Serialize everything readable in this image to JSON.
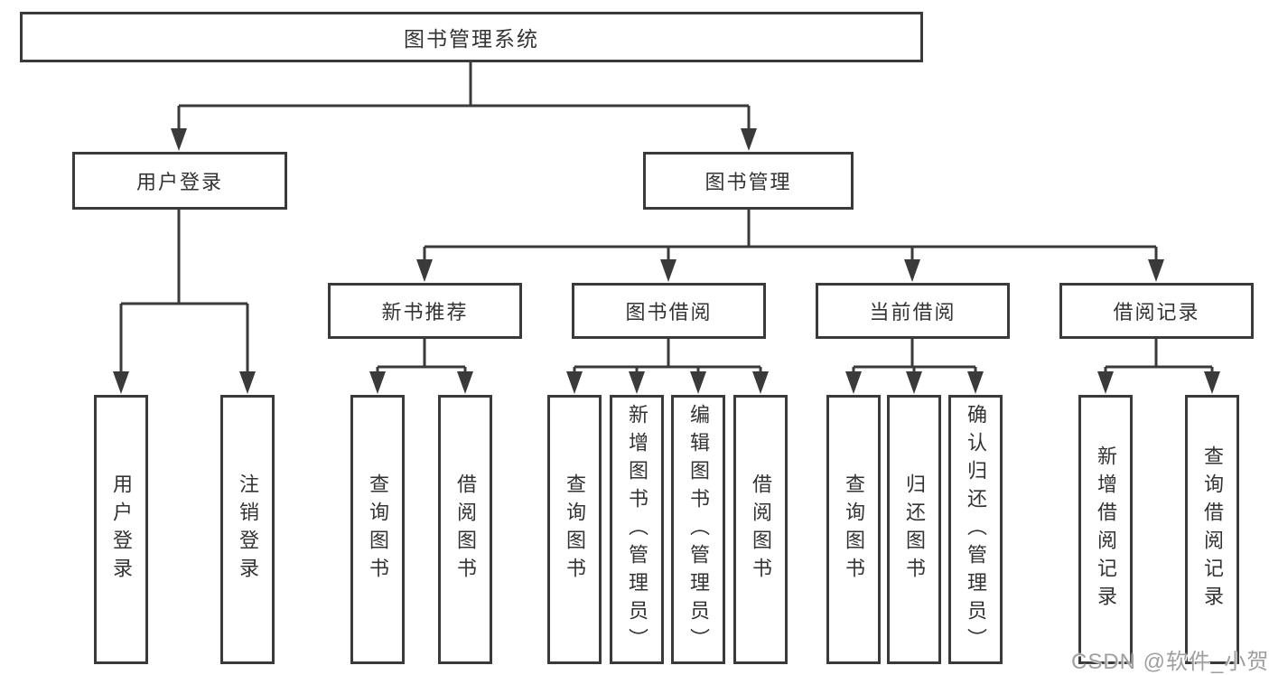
{
  "diagram": {
    "root": {
      "label": "图书管理系统"
    },
    "user_login": {
      "label": "用户登录",
      "children": {
        "login": {
          "label": "用户登录"
        },
        "logout": {
          "label": "注销登录"
        }
      }
    },
    "book_mgmt": {
      "label": "图书管理",
      "sections": {
        "new_book_rec": {
          "label": "新书推荐",
          "children": {
            "query": {
              "label": "查询图书"
            },
            "borrow": {
              "label": "借阅图书"
            }
          }
        },
        "book_borrow": {
          "label": "图书借阅",
          "children": {
            "query": {
              "label": "查询图书"
            },
            "add": {
              "label": "新增图书（管理员）"
            },
            "edit": {
              "label": "编辑图书（管理员）"
            },
            "borrow": {
              "label": "借阅图书"
            }
          }
        },
        "current_borrow": {
          "label": "当前借阅",
          "children": {
            "query": {
              "label": "查询图书"
            },
            "return": {
              "label": "归还图书"
            },
            "confirm": {
              "label": "确认归还（管理员）"
            }
          }
        },
        "borrow_records": {
          "label": "借阅记录",
          "children": {
            "add": {
              "label": "新增借阅记录"
            },
            "query": {
              "label": "查询借阅记录"
            }
          }
        }
      }
    }
  },
  "watermark": {
    "text": "CSDN @软件_小贺同学"
  },
  "colors": {
    "line": "#3a3a3a",
    "text": "#333333",
    "box_bg": "#ffffff",
    "watermark": "#9f9f9f",
    "background": "#ffffff"
  }
}
